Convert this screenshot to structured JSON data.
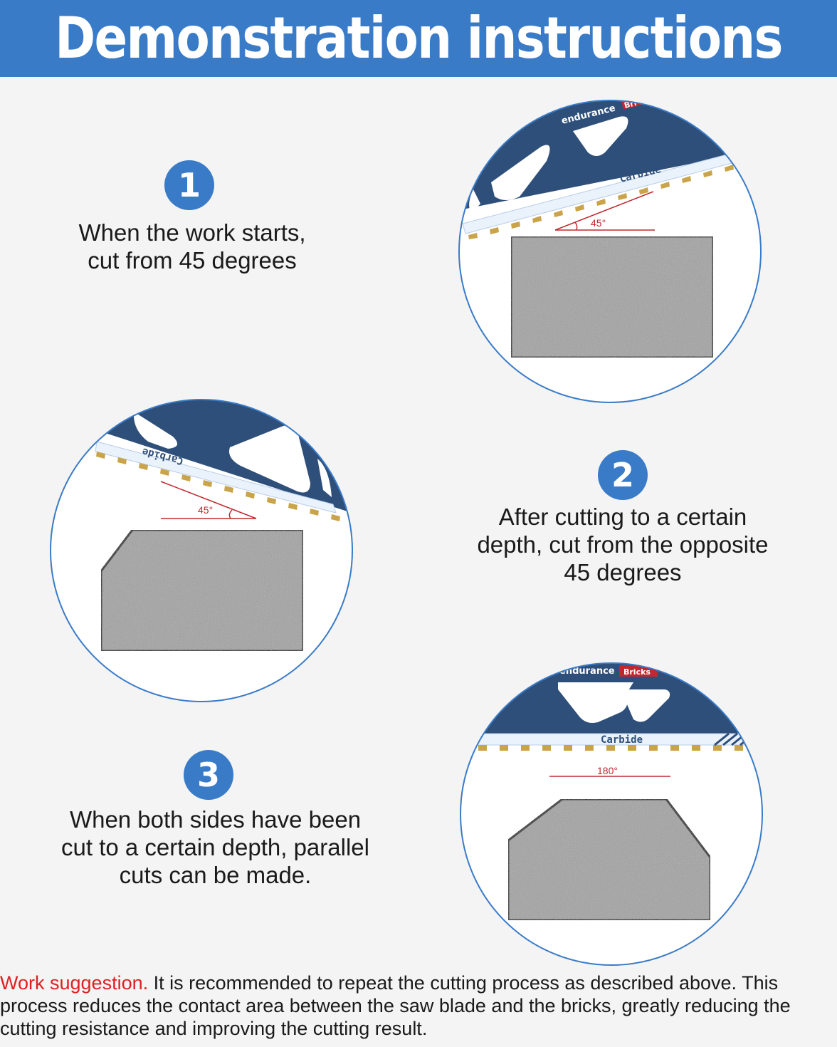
{
  "header": {
    "title": "Demonstration instructions"
  },
  "steps": [
    {
      "number": "1",
      "text": "When the work starts,\n cut from 45 degrees"
    },
    {
      "number": "2",
      "text": "After cutting to a certain\ndepth, cut from the opposite\n45 degrees"
    },
    {
      "number": "3",
      "text": "When both sides have been\ncut to a certain depth, parallel\ncuts can be made."
    }
  ],
  "figures": [
    {
      "brand": "endurance",
      "tag": "Bri",
      "blade_label": "Carbide",
      "angle": "45°"
    },
    {
      "blade_label": "Carbide",
      "angle": "45°"
    },
    {
      "brand": "endurance",
      "tag": "Bricks",
      "blade_label": "Carbide",
      "angle": "180°"
    }
  ],
  "footer": {
    "highlight": "Work suggestion.",
    "text": " It is recommended to repeat the cutting process as described above. This process reduces the contact area between the saw blade and the bricks, greatly reducing the cutting resistance and improving the cutting result."
  },
  "colors": {
    "accent_blue": "#3a7bc8",
    "blade_navy": "#2e4f7a",
    "angle_red": "#c0282e",
    "warning_red": "#e02020",
    "brick_gray": "#9e9e9e"
  }
}
